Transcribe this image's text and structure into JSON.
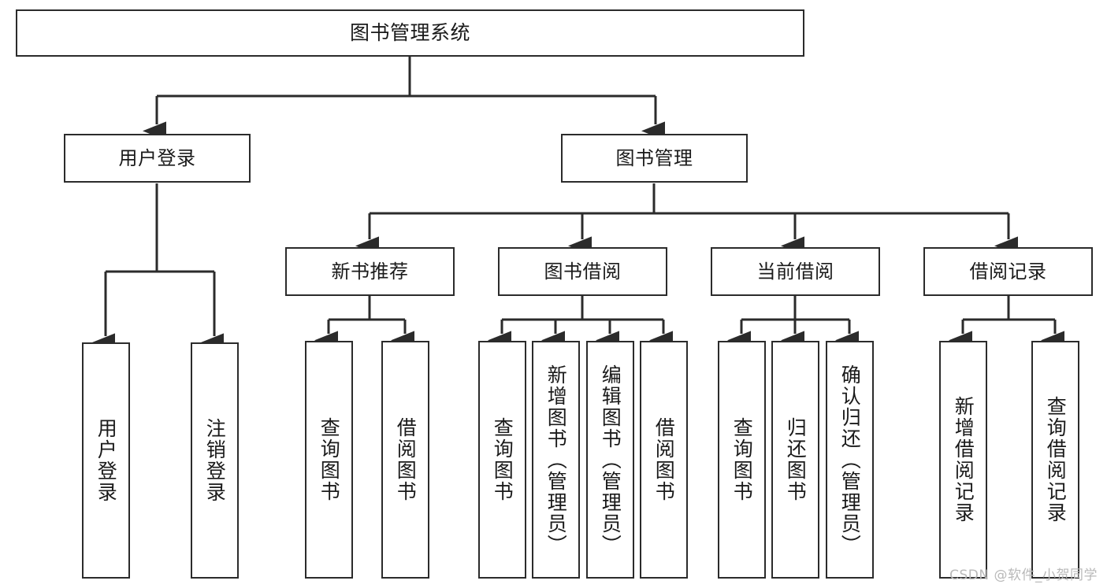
{
  "diagram": {
    "type": "tree",
    "title": "图书管理系统",
    "orientation": "top-down",
    "stroke_color": "#2b2b2b",
    "fill_color": "#ffffff",
    "text_color": "#1a1a1a",
    "levels": 4,
    "nodes": {
      "root": {
        "label": "图书管理系统",
        "level": 1,
        "text_direction": "horizontal"
      },
      "l2": [
        {
          "id": "user-login",
          "label": "用户登录",
          "level": 2,
          "text_direction": "horizontal"
        },
        {
          "id": "book-manage",
          "label": "图书管理",
          "level": 2,
          "text_direction": "horizontal"
        }
      ],
      "l3": [
        {
          "id": "new-book-recommend",
          "label": "新书推荐",
          "level": 3,
          "parent": "book-manage",
          "text_direction": "horizontal"
        },
        {
          "id": "book-borrow",
          "label": "图书借阅",
          "level": 3,
          "parent": "book-manage",
          "text_direction": "horizontal"
        },
        {
          "id": "current-borrow",
          "label": "当前借阅",
          "level": 3,
          "parent": "book-manage",
          "text_direction": "horizontal"
        },
        {
          "id": "borrow-record",
          "label": "借阅记录",
          "level": 3,
          "parent": "book-manage",
          "text_direction": "horizontal"
        }
      ],
      "leaves": [
        {
          "id": "leaf-user-login",
          "label": "用户登录",
          "parent": "user-login",
          "text_direction": "vertical"
        },
        {
          "id": "leaf-user-logout",
          "label": "注销登录",
          "parent": "user-login",
          "text_direction": "vertical"
        },
        {
          "id": "leaf-query-book-1",
          "label": "查询图书",
          "parent": "new-book-recommend",
          "text_direction": "vertical"
        },
        {
          "id": "leaf-borrow-book-1",
          "label": "借阅图书",
          "parent": "new-book-recommend",
          "text_direction": "vertical"
        },
        {
          "id": "leaf-query-book-2",
          "label": "查询图书",
          "parent": "book-borrow",
          "text_direction": "vertical"
        },
        {
          "id": "leaf-add-book",
          "label": "新增图书（管理员）",
          "parent": "book-borrow",
          "text_direction": "vertical"
        },
        {
          "id": "leaf-edit-book",
          "label": "编辑图书（管理员）",
          "parent": "book-borrow",
          "text_direction": "vertical"
        },
        {
          "id": "leaf-borrow-book-2",
          "label": "借阅图书",
          "parent": "book-borrow",
          "text_direction": "vertical"
        },
        {
          "id": "leaf-query-book-3",
          "label": "查询图书",
          "parent": "current-borrow",
          "text_direction": "vertical"
        },
        {
          "id": "leaf-return-book",
          "label": "归还图书",
          "parent": "current-borrow",
          "text_direction": "vertical"
        },
        {
          "id": "leaf-confirm-return",
          "label": "确认归还（管理员）",
          "parent": "current-borrow",
          "text_direction": "vertical"
        },
        {
          "id": "leaf-add-record",
          "label": "新增借阅记录",
          "parent": "borrow-record",
          "text_direction": "vertical"
        },
        {
          "id": "leaf-query-record",
          "label": "查询借阅记录",
          "parent": "borrow-record",
          "text_direction": "vertical"
        }
      ]
    }
  },
  "watermark": {
    "text": "CSDN @软件_小贺同学",
    "color": "#b9b9b9"
  }
}
